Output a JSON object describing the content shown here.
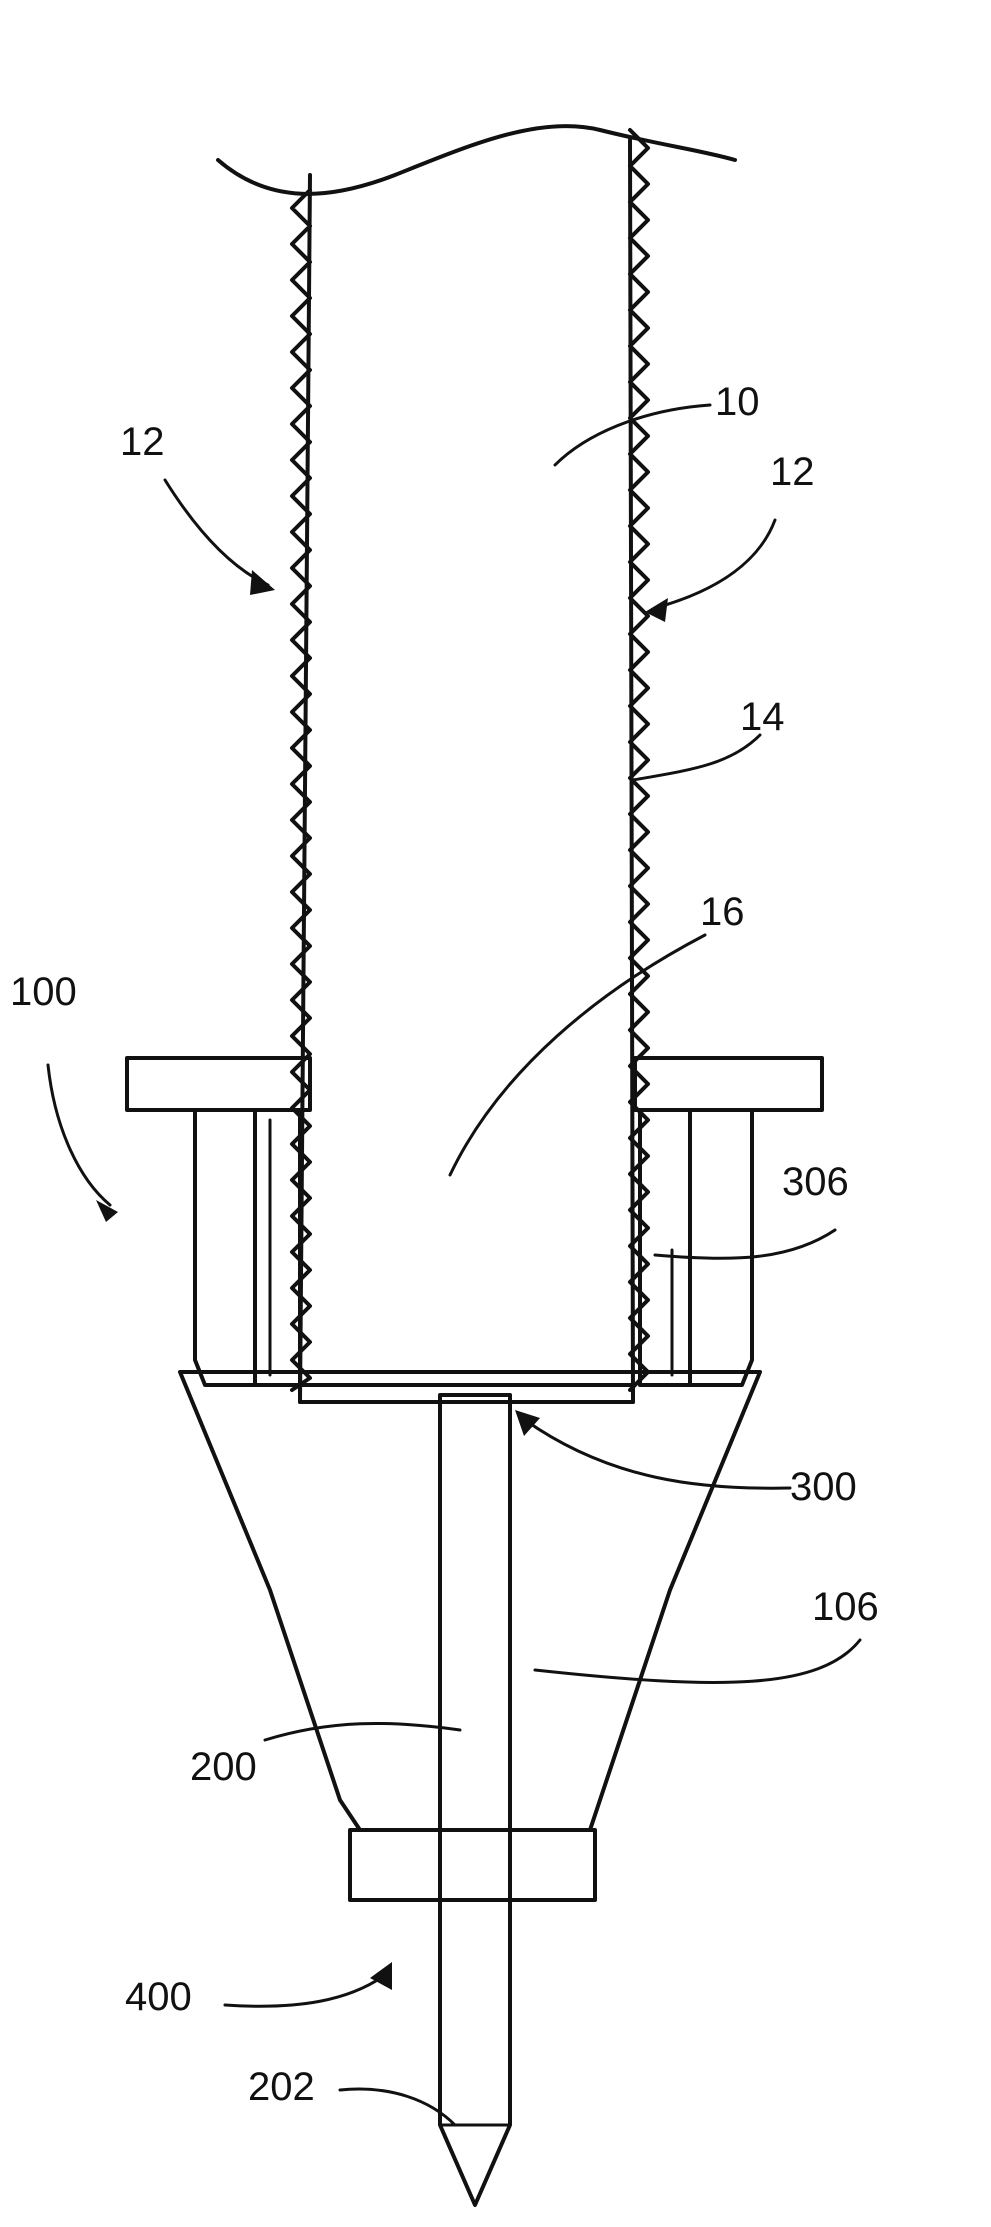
{
  "figure": {
    "labels": {
      "l10": "10",
      "l12_left": "12",
      "l12_right": "12",
      "l14": "14",
      "l16": "16",
      "l100": "100",
      "l306": "306",
      "l300": "300",
      "l106": "106",
      "l200": "200",
      "l400": "400",
      "l202": "202"
    }
  }
}
